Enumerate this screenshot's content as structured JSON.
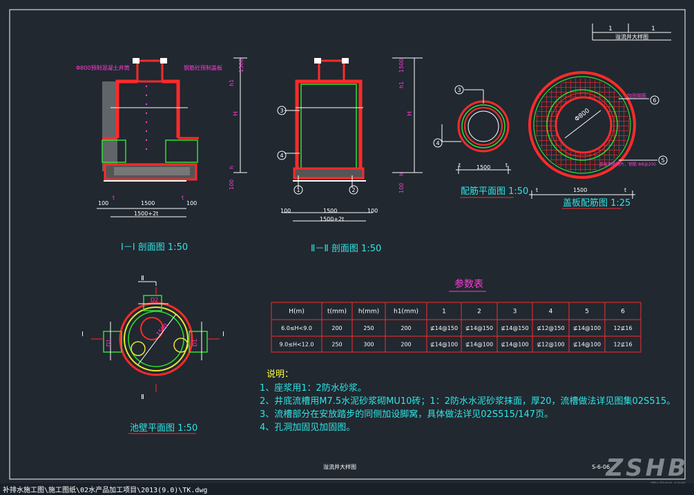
{
  "title_block": {
    "ratio_left": "1",
    "ratio_right": "1",
    "name": "溢流井大样图"
  },
  "section1": {
    "label_pipe": "Φ800预制混凝土井筒",
    "label_cover": "钢筋砼预制盖板",
    "dim_h1": "h1",
    "dim_1500": "1500",
    "dim_H": "H",
    "dim_h": "h",
    "dim_100": "100",
    "dim_t": "t",
    "dim_bottom_total": "1500+2t",
    "title": "Ⅰ－Ⅰ 剖面图 1:50"
  },
  "section2": {
    "mark3": "3",
    "mark4": "4",
    "mark1": "1",
    "mark2": "2",
    "title": "Ⅱ－Ⅱ 剖面图 1:50"
  },
  "rebar_plan": {
    "mark3": "3",
    "mark4": "4",
    "dim_t": "t",
    "dim_1500": "1500",
    "title": "配筋平面图 1:50"
  },
  "cover_plan": {
    "dia": "Φ800",
    "mark6": "6",
    "mark5": "5",
    "label_add": "加固钢筋",
    "label_bottom": "盖板钢筋网片，钢筋 Φ8@200",
    "dim_t": "t",
    "dim_1500": "1500",
    "title": "盖板配筋图 1:25"
  },
  "wall_plan": {
    "mark_II": "Ⅱ",
    "mark_I": "Ⅰ",
    "d1": "D1",
    "d2": "D2",
    "dia": "1500",
    "title": "池壁平面图 1:50"
  },
  "param_table": {
    "title": "参数表",
    "headers": [
      "H(m)",
      "t(mm)",
      "h(mm)",
      "h1(mm)",
      "1",
      "2",
      "3",
      "4",
      "5",
      "6"
    ],
    "rows": [
      [
        "6.0≤H<9.0",
        "200",
        "250",
        "200",
        "⊈14@150",
        "⊈14@150",
        "⊈14@150",
        "⊈12@150",
        "⊈14@100",
        "12⊈16"
      ],
      [
        "9.0≤H<12.0",
        "250",
        "300",
        "200",
        "⊈14@100",
        "⊈14@100",
        "⊈14@100",
        "⊈12@100",
        "⊈14@100",
        "12⊈16"
      ]
    ]
  },
  "notes": {
    "heading": "说明：",
    "items": [
      "1、座浆用1：2防水砂浆。",
      "2、井底流槽用M7.5水泥砂浆砌MU10砖；1：2防水水泥砂浆抹面，厚20，流槽做法详见图集02S515。",
      "3、流槽部分在安放踏步的同侧加设脚窝，具体做法详见02S515/147页。",
      "4、孔洞加固见加固图。"
    ]
  },
  "footer": {
    "drawing_name": "溢流井大样图",
    "drawing_no": "S-6-06"
  },
  "status_bar": {
    "path": "补排水施工图\\施工图纸\\02水产品加工项目\\2013(9.0)\\TK.dwg"
  },
  "watermark": {
    "brand": "ZSHB",
    "sub": "zhulong.com"
  },
  "colors": {
    "background": "#212830",
    "cyan": "#2ee6e6",
    "magenta": "#ff3bd8",
    "red": "#ff2a2a",
    "green": "#30e030",
    "yellow": "#ffff40",
    "white": "#ffffff"
  }
}
